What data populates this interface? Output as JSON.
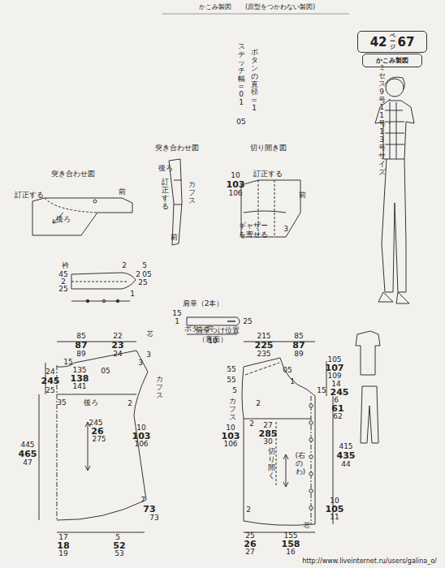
{
  "diagram": {
    "title": "かこみ製図",
    "nodes": [
      {
        "text": [
          "42",
          "ページ",
          "67"
        ]
      },
      {
        "text": [
          "かこみ製図"
        ]
      }
    ],
    "labels": [
      "(原型をつかわない製図)",
      "ボタンの直径=1",
      "ステッチ幅=01",
      "05",
      "ミセス9号・11号・13号サイズ",
      "突き合わせ図",
      "訂正する",
      "前",
      "後ろ",
      "突き合わせ図",
      "後ろ",
      "訂正する",
      "カフス",
      "前",
      "切り開き図",
      "訂正する",
      "前",
      "ギャザー を寄せる",
      "3",
      "10",
      "103",
      "106",
      "衿",
      "45",
      "2",
      "25",
      "2",
      "5",
      "2",
      "05",
      "25",
      "1",
      "肩章（2本）",
      "15",
      "1",
      "25",
      "ボタン穴",
      "10",
      "85",
      "87",
      "89",
      "22",
      "23",
      "24",
      "芯",
      "3",
      "15",
      "3",
      "135",
      "138",
      "141",
      "05",
      "24",
      "245",
      "25",
      "35",
      "カフス",
      "後ろ",
      "2",
      "245",
      "26",
      "275",
      "10",
      "103",
      "106",
      "445",
      "465",
      "47",
      "7",
      "73",
      "73",
      "17",
      "18",
      "19",
      "5",
      "52",
      "53",
      "肩章つけ位置",
      "（裏面）",
      "215",
      "225",
      "235",
      "85",
      "87",
      "89",
      "55",
      "55",
      "5",
      "カフス",
      "2",
      "05",
      "1",
      "105",
      "107",
      "109",
      "14",
      "245",
      "15",
      "6",
      "61",
      "62",
      "10",
      "103",
      "106",
      "2",
      "27",
      "285",
      "30",
      "切り開く",
      "(右のわ)",
      "415",
      "435",
      "44",
      "10",
      "105",
      "11",
      "2",
      "25",
      "26",
      "27",
      "155",
      "158",
      "16",
      "芯",
      "http://www.liveinternet.ru/users/galina_o/"
    ]
  }
}
